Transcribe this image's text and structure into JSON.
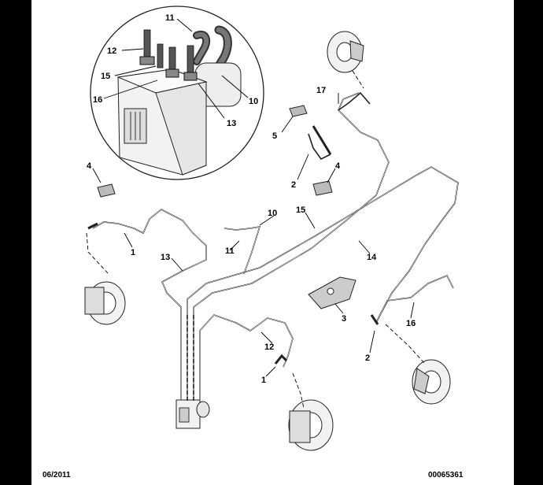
{
  "callouts": {
    "inset_11": "11",
    "inset_12": "12",
    "inset_15": "15",
    "inset_16": "16",
    "inset_13": "13",
    "inset_10": "10",
    "c17": "17",
    "c5": "5",
    "c2_upper": "2",
    "c4_right": "4",
    "c4_left": "4",
    "c1_left": "1",
    "c13": "13",
    "c10": "10",
    "c11": "11",
    "c15": "15",
    "c14": "14",
    "c3": "3",
    "c16": "16",
    "c2_lower": "2",
    "c12": "12",
    "c1_lower": "1"
  },
  "footer": {
    "date": "06/2011",
    "code": "00065361"
  }
}
